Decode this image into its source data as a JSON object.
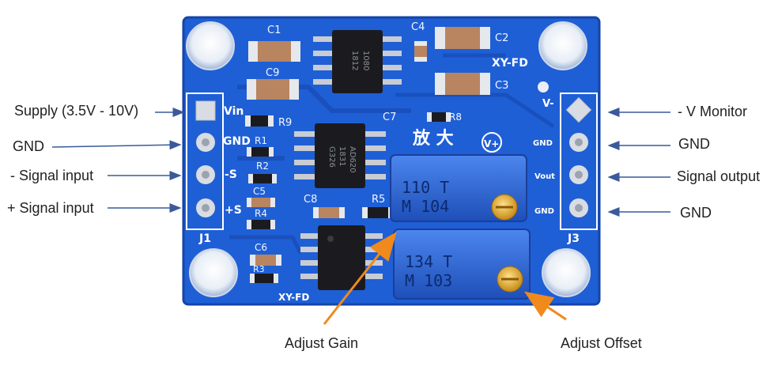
{
  "callouts": {
    "left": {
      "supply": "Supply (3.5V - 10V)",
      "gnd": "GND",
      "neg_signal": "- Signal input",
      "pos_signal": "+ Signal input"
    },
    "right": {
      "v_monitor": "- V Monitor",
      "gnd_top": "GND",
      "signal_output": "Signal output",
      "gnd_bottom": "GND"
    },
    "bottom": {
      "adjust_gain": "Adjust Gain",
      "adjust_offset": "Adjust Offset"
    }
  },
  "board": {
    "model": "XY-FD",
    "model_bottom": "XY-FD",
    "header_left": "J1",
    "header_right": "J3",
    "pins_left": [
      "Vin",
      "GND",
      "-S",
      "+S"
    ],
    "pins_right": [
      "V-",
      "GND",
      "Vout",
      "GND"
    ],
    "components": [
      "C1",
      "C2",
      "C3",
      "C4",
      "C9",
      "C7",
      "R8",
      "R9",
      "R1",
      "R2",
      "C5",
      "R4",
      "C8",
      "R5",
      "C6",
      "R3"
    ],
    "chinese_label": "放 大",
    "symbol": "V+",
    "pot_gain": {
      "line1": "110 T",
      "line2": "M 104"
    },
    "pot_offset": {
      "line1": "134 T",
      "line2": "M 103"
    },
    "ic_top": {
      "line1": "1080",
      "line2": "1812"
    },
    "ic_middle": {
      "line1": "AD620",
      "line2": "1831",
      "line3": "G326"
    }
  },
  "colors": {
    "pcb": "#1f5fd6",
    "pcb_dark": "#1345b0",
    "arrow_blue": "#3a5a9a",
    "arrow_orange": "#f08a1c",
    "pot_blue": "#2f62d0"
  }
}
